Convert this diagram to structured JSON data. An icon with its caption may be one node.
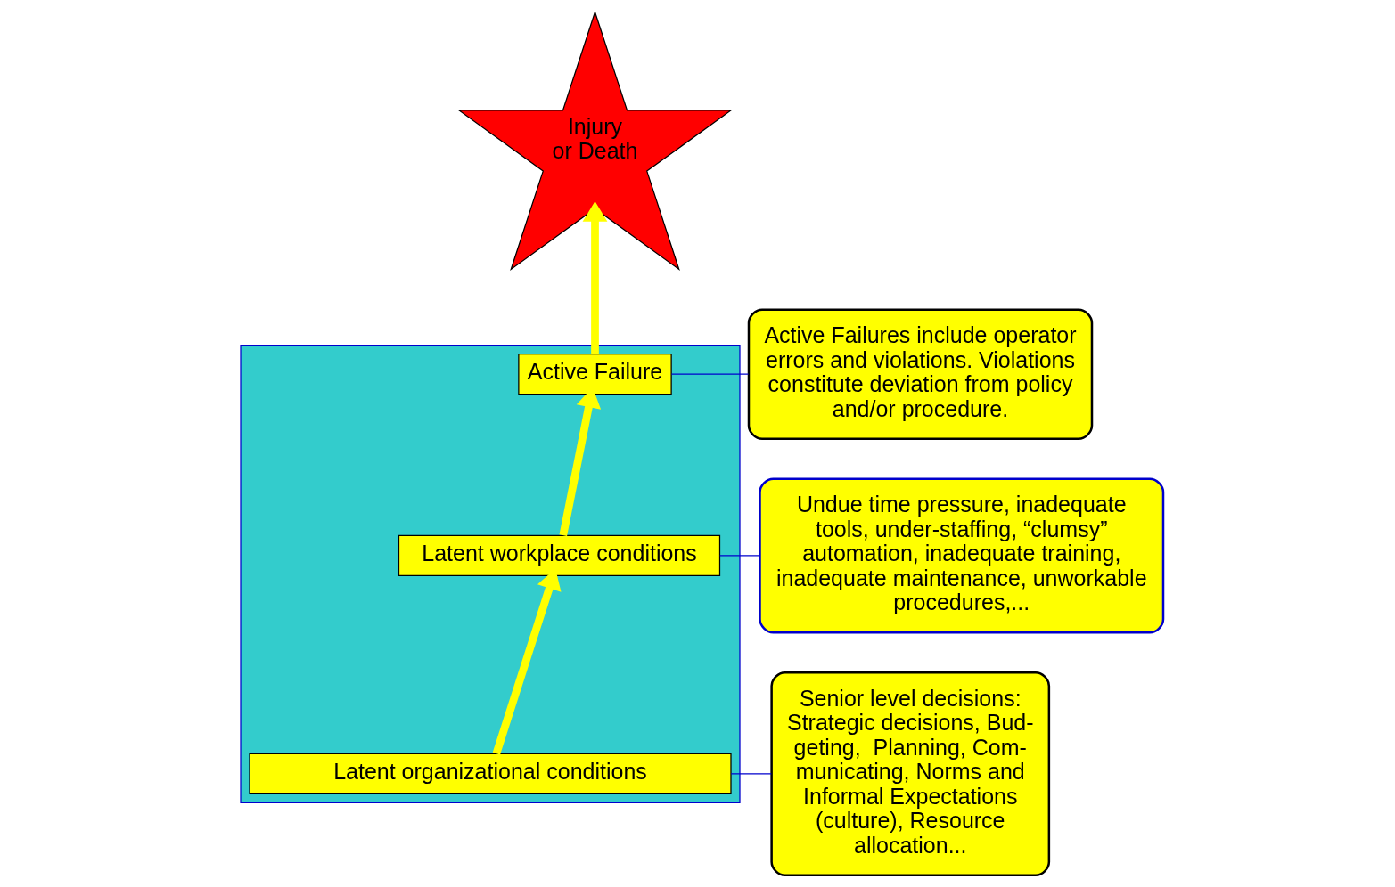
{
  "diagram": {
    "nodes": [
      {
        "text": [],
        "shape": "triangle"
      },
      {
        "text": [
          "Injury or Death"
        ]
      },
      {
        "text": [
          "Active Failure"
        ],
        "in": 0
      },
      {
        "text": [
          "Latent workplace conditions"
        ],
        "in": 0
      },
      {
        "text": [
          "Latent organizational conditions"
        ],
        "in": 0
      },
      {
        "text": [
          "Active Failures include operator errors and violations. Violations constitute deviation from policy and/or procedure."
        ]
      },
      {
        "text": [
          "Undue time pressure, inadequate tools, under-staffing, “clumsy” automation, inadequate training, inadequate maintenance, unworkable  procedures,..."
        ]
      },
      {
        "text": [
          "Senior level decisions: Strategic decisions, Bud-geting,  Planning, Com-municating, Norms and Informal Expectations (culture), Resource allocation..."
        ]
      }
    ],
    "edges": [
      {
        "from": 4,
        "to": 3,
        "arrow": "to",
        "style": "thick",
        "color": "#ffff00"
      },
      {
        "from": 3,
        "to": 2,
        "arrow": "to",
        "style": "thick",
        "color": "#ffff00"
      },
      {
        "from": 2,
        "to": 1,
        "arrow": "to",
        "style": "thick",
        "color": "#ffff00"
      },
      {
        "from": 2,
        "to": 5,
        "arrow": "none",
        "color": "#0000cc"
      },
      {
        "from": 3,
        "to": 6,
        "arrow": "none",
        "color": "#0000cc"
      },
      {
        "from": 4,
        "to": 7,
        "arrow": "none",
        "color": "#0000cc"
      }
    ]
  }
}
